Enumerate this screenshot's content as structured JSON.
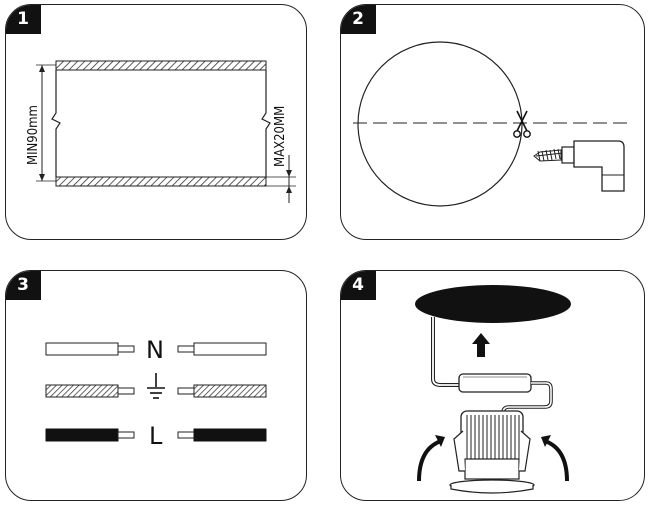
{
  "steps": [
    {
      "number": "1"
    },
    {
      "number": "2"
    },
    {
      "number": "3"
    },
    {
      "number": "4"
    }
  ],
  "step1": {
    "min_label": "MIN90mm",
    "max_label": "MAX20MM"
  },
  "step3": {
    "wires": [
      {
        "label": "N",
        "style": "white"
      },
      {
        "label": "",
        "style": "hatched"
      },
      {
        "label": "L",
        "style": "black"
      }
    ]
  }
}
